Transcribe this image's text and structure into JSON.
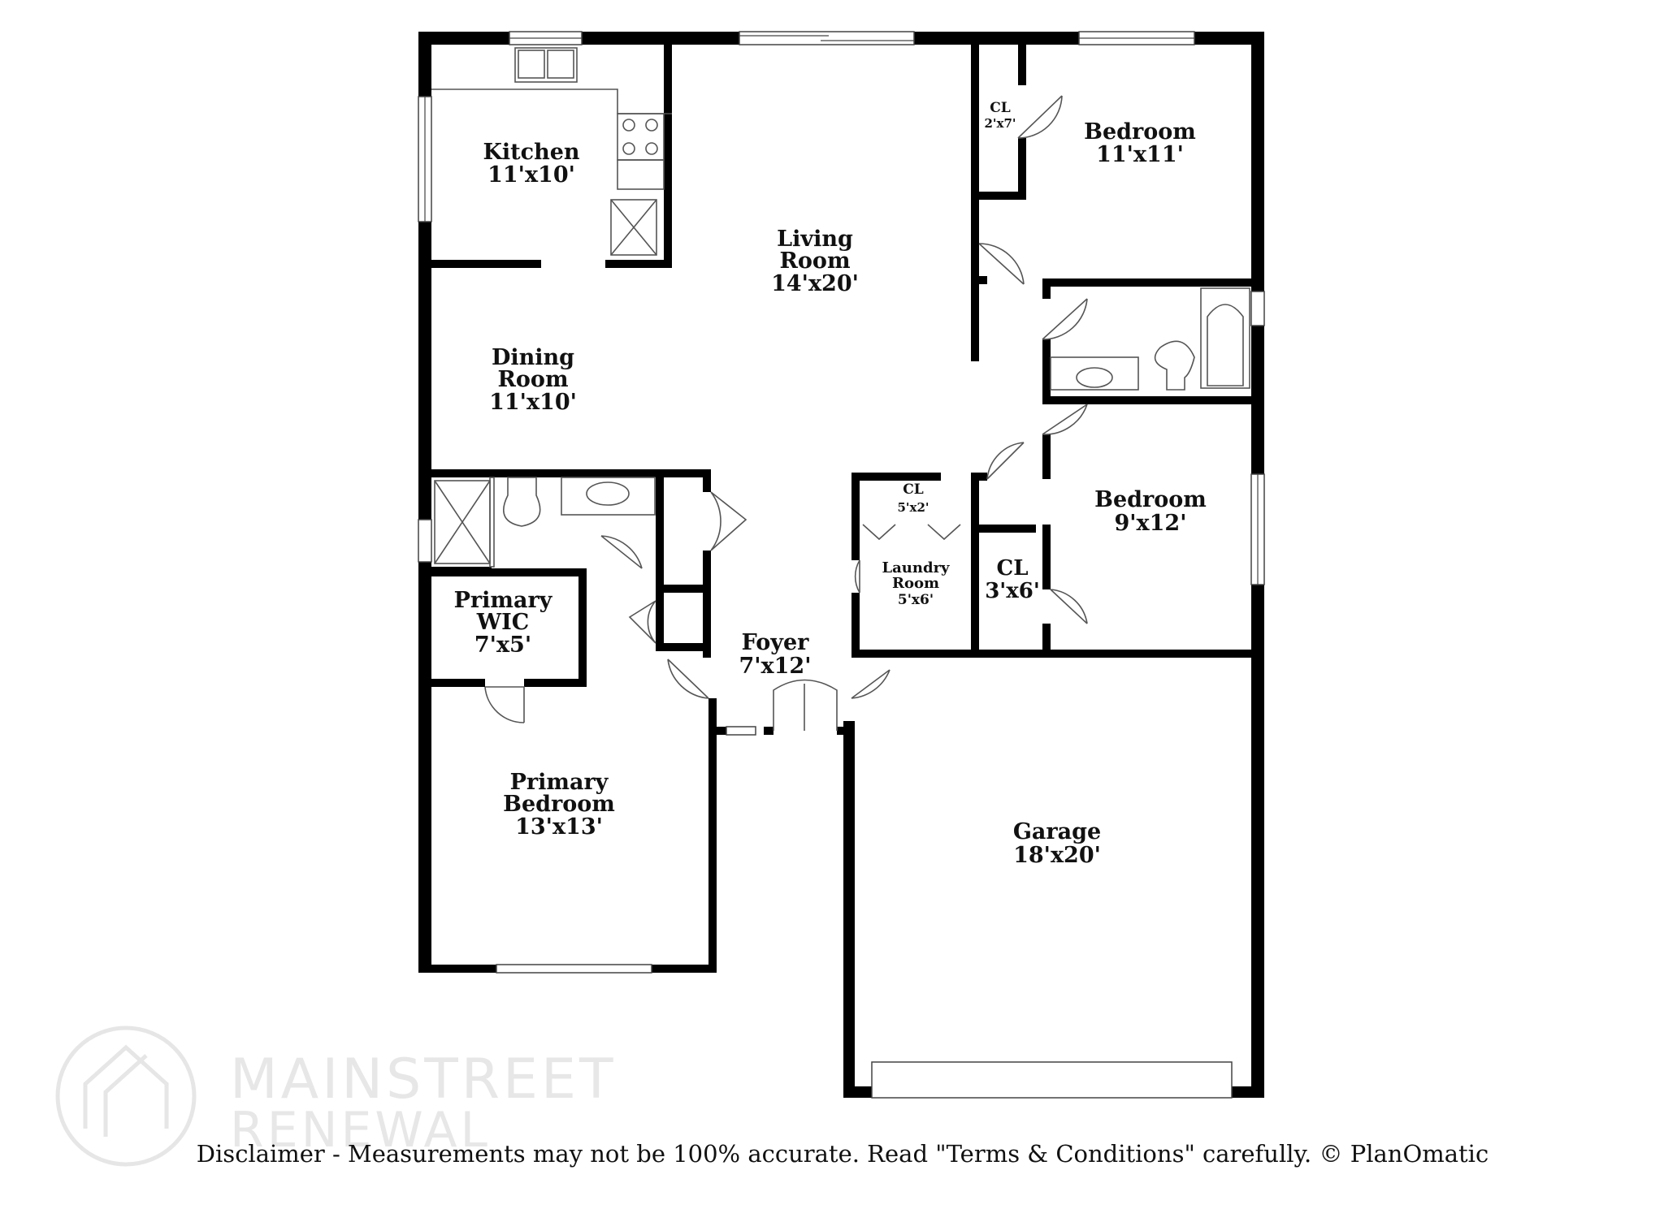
{
  "rooms": {
    "kitchen": {
      "name": "Kitchen",
      "dims": "11'x10'"
    },
    "living": {
      "name1": "Living",
      "name2": "Room",
      "dims": "14'x20'"
    },
    "dining": {
      "name1": "Dining",
      "name2": "Room",
      "dims": "11'x10'"
    },
    "bedroom1": {
      "name": "Bedroom",
      "dims": "11'x11'"
    },
    "closet1": {
      "name": "CL",
      "dims": "2'x7'"
    },
    "bedroom2": {
      "name": "Bedroom",
      "dims": "9'x12'"
    },
    "closet2": {
      "name": "CL",
      "dims": "3'x6'"
    },
    "closet3": {
      "name": "CL",
      "dims": "5'x2'"
    },
    "laundry": {
      "name1": "Laundry",
      "name2": "Room",
      "dims": "5'x6'"
    },
    "foyer": {
      "name": "Foyer",
      "dims": "7'x12'"
    },
    "wic": {
      "name1": "Primary",
      "name2": "WIC",
      "dims": "7'x5'"
    },
    "primary": {
      "name1": "Primary",
      "name2": "Bedroom",
      "dims": "13'x13'"
    },
    "garage": {
      "name": "Garage",
      "dims": "18'x20'"
    }
  },
  "watermark": {
    "line1": "MAINSTREET",
    "line2": "RENEWAL"
  },
  "disclaimer": "Disclaimer - Measurements may not be 100% accurate. Read \"Terms & Conditions\" carefully. © PlanOmatic"
}
